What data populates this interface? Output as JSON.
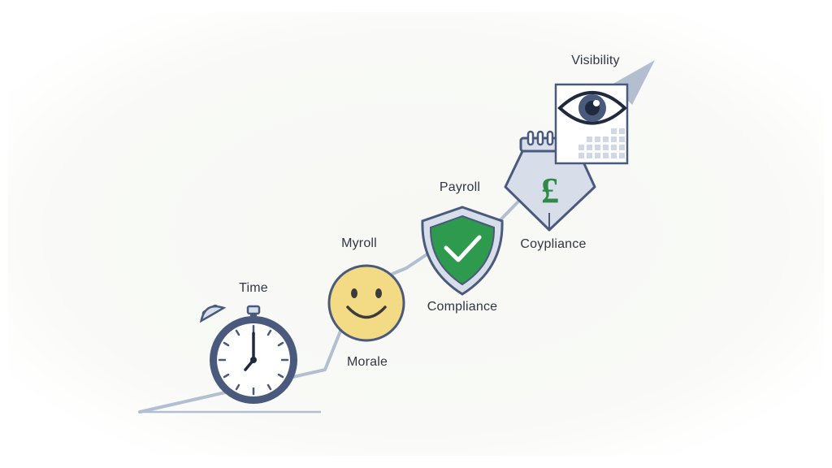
{
  "labels": {
    "time": "Time",
    "myroll": "Myroll",
    "morale": "Morale",
    "payroll": "Payroll",
    "compliance": "Compliance",
    "coypliance": "Coypliance",
    "visibility": "Visibility"
  },
  "icons": {
    "stopwatch": "stopwatch-icon",
    "smiley": "smiley-icon",
    "shield_check": "shield-check-icon",
    "pound_badge": "pound-shield-calendar-icon",
    "eye_window": "eye-window-icon"
  },
  "colors": {
    "arrow": "#b3bfd1",
    "outline": "#4a5a7c",
    "icon_fill": "#d7deea",
    "smiley_fill": "#f3da84",
    "shield_green": "#2e9a4e",
    "pound_green": "#2e8a46",
    "text": "#2f3742"
  }
}
